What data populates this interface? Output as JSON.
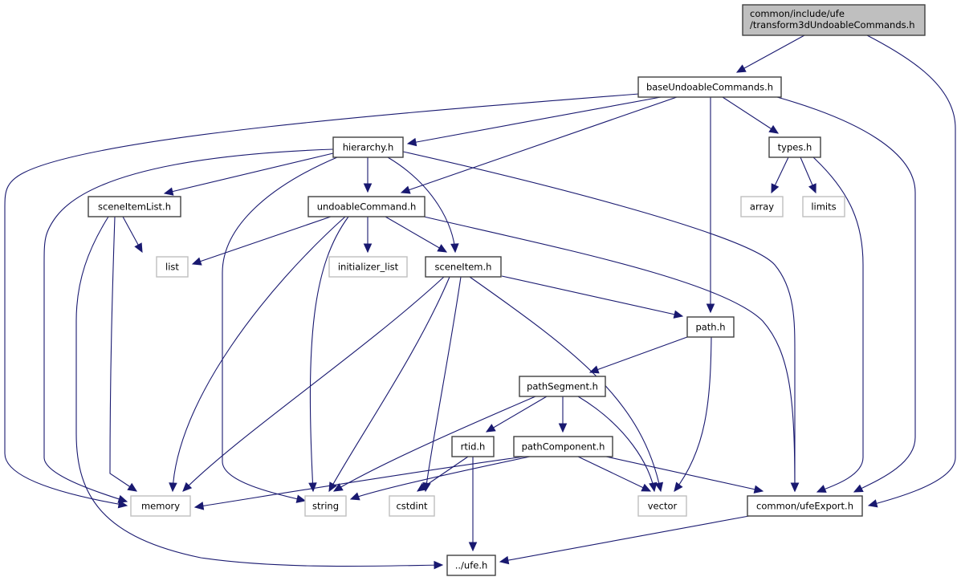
{
  "diagram": {
    "type": "include-dependency-graph",
    "colors": {
      "edge": "#191970",
      "root_fill": "#bfbfbf",
      "root_stroke": "#404040",
      "local_fill": "#ffffff",
      "local_stroke": "#404040",
      "system_fill": "#ffffff",
      "system_stroke": "#bfbfbf"
    },
    "nodes": [
      {
        "id": "root",
        "lines": [
          "common/include/ufe",
          "/transform3dUndoableCommands.h"
        ],
        "kind": "root"
      },
      {
        "id": "baseUndoableCommands",
        "lines": [
          "baseUndoableCommands.h"
        ],
        "kind": "local"
      },
      {
        "id": "hierarchy",
        "lines": [
          "hierarchy.h"
        ],
        "kind": "local"
      },
      {
        "id": "types",
        "lines": [
          "types.h"
        ],
        "kind": "local"
      },
      {
        "id": "sceneItemList",
        "lines": [
          "sceneItemList.h"
        ],
        "kind": "local"
      },
      {
        "id": "undoableCommand",
        "lines": [
          "undoableCommand.h"
        ],
        "kind": "local"
      },
      {
        "id": "array",
        "lines": [
          "array"
        ],
        "kind": "system"
      },
      {
        "id": "limits",
        "lines": [
          "limits"
        ],
        "kind": "system"
      },
      {
        "id": "list",
        "lines": [
          "list"
        ],
        "kind": "system"
      },
      {
        "id": "initializer_list",
        "lines": [
          "initializer_list"
        ],
        "kind": "system"
      },
      {
        "id": "sceneItem",
        "lines": [
          "sceneItem.h"
        ],
        "kind": "local"
      },
      {
        "id": "path",
        "lines": [
          "path.h"
        ],
        "kind": "local"
      },
      {
        "id": "pathSegment",
        "lines": [
          "pathSegment.h"
        ],
        "kind": "local"
      },
      {
        "id": "rtid",
        "lines": [
          "rtid.h"
        ],
        "kind": "local"
      },
      {
        "id": "pathComponent",
        "lines": [
          "pathComponent.h"
        ],
        "kind": "local"
      },
      {
        "id": "memory",
        "lines": [
          "memory"
        ],
        "kind": "system"
      },
      {
        "id": "string",
        "lines": [
          "string"
        ],
        "kind": "system"
      },
      {
        "id": "cstdint",
        "lines": [
          "cstdint"
        ],
        "kind": "system"
      },
      {
        "id": "vector",
        "lines": [
          "vector"
        ],
        "kind": "system"
      },
      {
        "id": "ufeExport",
        "lines": [
          "common/ufeExport.h"
        ],
        "kind": "local"
      },
      {
        "id": "ufe",
        "lines": [
          "../ufe.h"
        ],
        "kind": "local"
      }
    ],
    "edges": [
      {
        "from": "root",
        "to": "baseUndoableCommands"
      },
      {
        "from": "root",
        "to": "ufeExport"
      },
      {
        "from": "baseUndoableCommands",
        "to": "memory"
      },
      {
        "from": "baseUndoableCommands",
        "to": "hierarchy"
      },
      {
        "from": "baseUndoableCommands",
        "to": "undoableCommand"
      },
      {
        "from": "baseUndoableCommands",
        "to": "path"
      },
      {
        "from": "baseUndoableCommands",
        "to": "types"
      },
      {
        "from": "baseUndoableCommands",
        "to": "ufeExport"
      },
      {
        "from": "hierarchy",
        "to": "memory"
      },
      {
        "from": "hierarchy",
        "to": "sceneItemList"
      },
      {
        "from": "hierarchy",
        "to": "string"
      },
      {
        "from": "hierarchy",
        "to": "undoableCommand"
      },
      {
        "from": "hierarchy",
        "to": "sceneItem"
      },
      {
        "from": "hierarchy",
        "to": "ufeExport"
      },
      {
        "from": "types",
        "to": "array"
      },
      {
        "from": "types",
        "to": "limits"
      },
      {
        "from": "types",
        "to": "ufeExport"
      },
      {
        "from": "sceneItemList",
        "to": "list"
      },
      {
        "from": "sceneItemList",
        "to": "memory"
      },
      {
        "from": "sceneItemList",
        "to": "ufe"
      },
      {
        "from": "undoableCommand",
        "to": "list"
      },
      {
        "from": "undoableCommand",
        "to": "initializer_list"
      },
      {
        "from": "undoableCommand",
        "to": "sceneItem"
      },
      {
        "from": "undoableCommand",
        "to": "memory"
      },
      {
        "from": "undoableCommand",
        "to": "string"
      },
      {
        "from": "undoableCommand",
        "to": "ufeExport"
      },
      {
        "from": "sceneItem",
        "to": "path"
      },
      {
        "from": "sceneItem",
        "to": "memory"
      },
      {
        "from": "sceneItem",
        "to": "string"
      },
      {
        "from": "sceneItem",
        "to": "cstdint"
      },
      {
        "from": "sceneItem",
        "to": "vector"
      },
      {
        "from": "path",
        "to": "pathSegment"
      },
      {
        "from": "path",
        "to": "vector"
      },
      {
        "from": "pathSegment",
        "to": "string"
      },
      {
        "from": "pathSegment",
        "to": "rtid"
      },
      {
        "from": "pathSegment",
        "to": "pathComponent"
      },
      {
        "from": "pathSegment",
        "to": "vector"
      },
      {
        "from": "rtid",
        "to": "cstdint"
      },
      {
        "from": "rtid",
        "to": "ufe"
      },
      {
        "from": "pathComponent",
        "to": "memory"
      },
      {
        "from": "pathComponent",
        "to": "string"
      },
      {
        "from": "pathComponent",
        "to": "vector"
      },
      {
        "from": "pathComponent",
        "to": "ufeExport"
      },
      {
        "from": "ufeExport",
        "to": "ufe"
      }
    ]
  }
}
